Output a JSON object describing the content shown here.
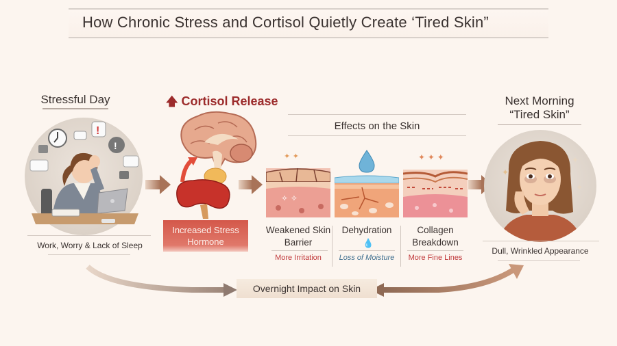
{
  "title": "How Chronic Stress and Cortisol Quietly Create ‘Tired Skin”",
  "colors": {
    "background": "#fcf5ef",
    "cortisol_red": "#9c2b2b",
    "irritation_red": "#c0393b",
    "moisture_blue": "#3f6f8f",
    "arrow_brown": "#a87358",
    "hormone_box": "#d4584a"
  },
  "stage1": {
    "heading": "Stressful Day",
    "caption": "Work, Worry & Lack of Sleep",
    "illustration": "stressed-woman-at-laptop"
  },
  "stage2": {
    "heading": "Cortisol Release",
    "heading_icon": "up-arrow-icon",
    "illustration": "brain-and-adrenal-gland",
    "banner": "Increased Stress Hormone"
  },
  "stage3": {
    "heading": "Effects on the Skin",
    "effects": [
      {
        "label": "Weakened Skin Barrier",
        "effect": "More Irritation",
        "icon": "cracked-skin-layers"
      },
      {
        "label": "Dehydration",
        "effect": "Loss of Moisture",
        "icon": "water-drop-dry-skin"
      },
      {
        "label": "Collagen Breakdown",
        "effect": "More Fine Lines",
        "icon": "wavy-collagen-layers"
      }
    ]
  },
  "stage4": {
    "heading_line1": "Next Morning",
    "heading_line2": "“Tired Skin”",
    "caption": "Dull, Wrinkled Appearance",
    "illustration": "tired-woman-face"
  },
  "footer": {
    "ribbon": "Overnight Impact on Skin"
  }
}
